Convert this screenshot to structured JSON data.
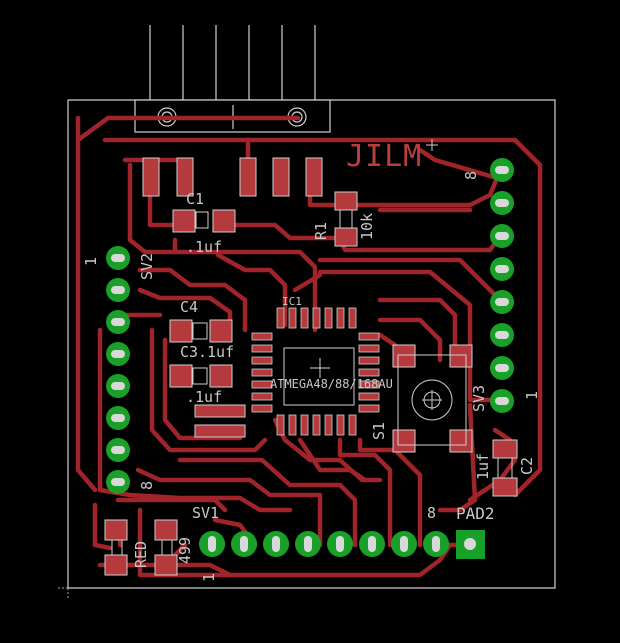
{
  "colors": {
    "background": "#000000",
    "trace": "#a0242a",
    "pad": "#19a028",
    "silk": "#c8c8c8",
    "outline": "#d0d0d0",
    "smd": "#b53a3d",
    "brand_text": "#b8403c"
  },
  "labels": {
    "brand": "JILM",
    "c1_name": "C1",
    "c1_value": ".1uf",
    "c4_name": "C4",
    "c3_name": "C3",
    "c3_value": ".1uf",
    "c4_value": ".1uf",
    "r1_name": "R1",
    "r1_value": "10k",
    "ic1_name": "IC1",
    "ic1_part": "ATMEGA48/88/168AU",
    "s1_name": "S1",
    "sv2_name": "SV2",
    "sv2_pin1": "1",
    "sv2_pin8": "8",
    "sv3_pin8": "8",
    "sv3_pin1": "1",
    "sv3_name": "SV3",
    "sv1_name": "SV1",
    "sv1_pin1": "1",
    "sv1_pin8": "8",
    "pad2_name": "PAD2",
    "c2_name": "C2",
    "c2_value": "1uf",
    "red_name": "RED",
    "red_value": "499"
  }
}
